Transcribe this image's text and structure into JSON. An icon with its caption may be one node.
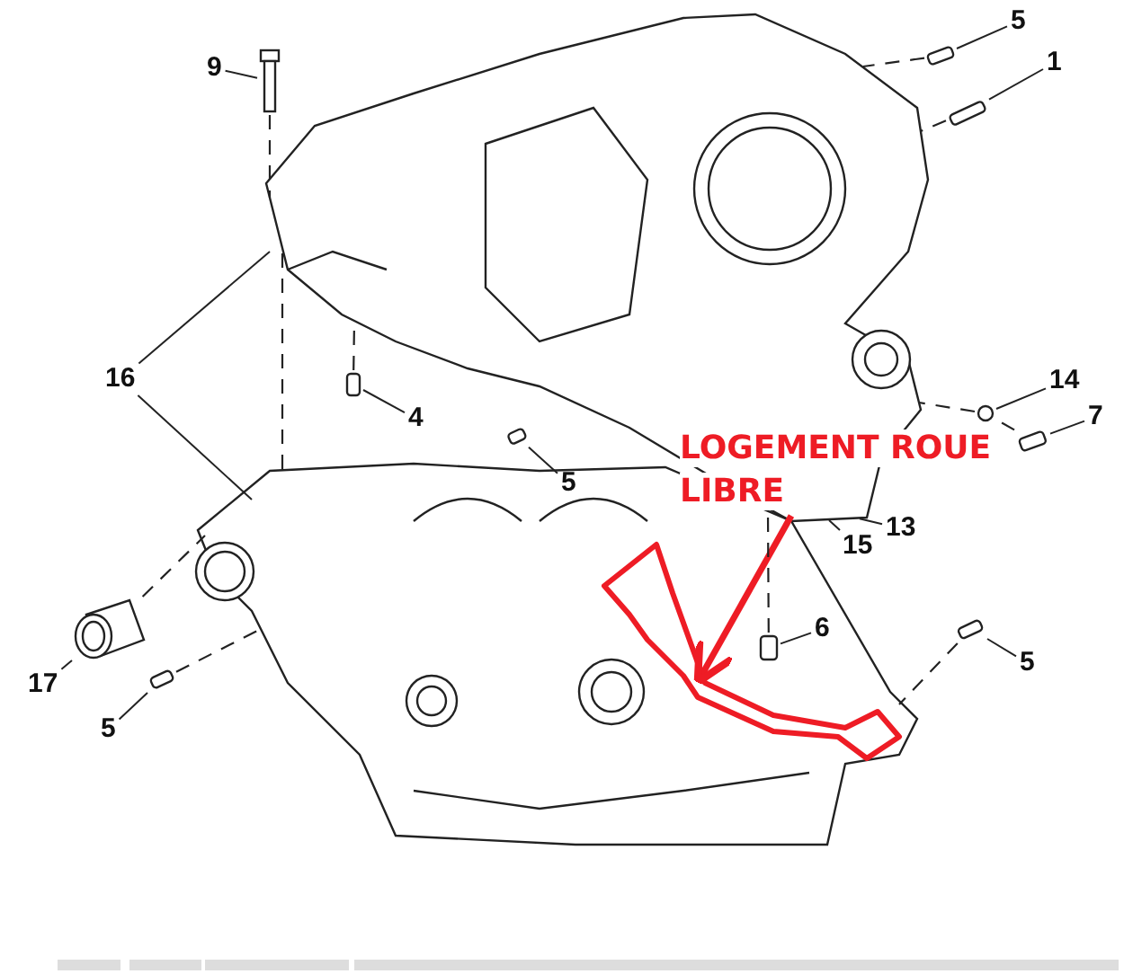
{
  "diagram": {
    "nodes": [
      {
        "text": [
          "9"
        ]
      },
      {
        "text": [],
        "shape": "picture"
      },
      {
        "text": [
          "5"
        ]
      },
      {
        "text": [],
        "shape": "cylinder"
      },
      {
        "text": [
          "1"
        ]
      },
      {
        "text": [],
        "shape": "cylinder"
      },
      {
        "text": [],
        "shape": "picture"
      },
      {
        "text": [
          "16"
        ]
      },
      {
        "text": [
          "14"
        ]
      },
      {
        "text": [],
        "shape": "circle"
      },
      {
        "text": [
          "4"
        ]
      },
      {
        "text": [],
        "shape": "cylinder"
      },
      {
        "text": [
          "7"
        ]
      },
      {
        "text": [],
        "shape": "cylinder"
      },
      {
        "text": [
          "5"
        ],
        "in": 19
      },
      {
        "text": [],
        "shape": "cylinder"
      },
      {
        "text": [
          "LOGEMENT ROUE LIBRE"
        ]
      },
      {
        "text": [
          "13"
        ]
      },
      {
        "text": [
          "15"
        ]
      },
      {
        "text": [],
        "shape": "picture"
      },
      {
        "text": [],
        "shape": "outline",
        "in": 19
      },
      {
        "text": [
          "6"
        ],
        "in": 19
      },
      {
        "text": [],
        "shape": "cylinder",
        "in": 19
      },
      {
        "text": [
          "5"
        ]
      },
      {
        "text": [],
        "shape": "cylinder"
      },
      {
        "text": [
          "17"
        ]
      },
      {
        "text": [],
        "shape": "cylinder"
      },
      {
        "text": [
          "5"
        ]
      },
      {
        "text": [],
        "shape": "cylinder"
      }
    ],
    "edges": [
      {
        "from": 0,
        "to": 1,
        "arrow": "none"
      },
      {
        "from": 2,
        "to": 3,
        "arrow": "none"
      },
      {
        "from": 4,
        "to": 5,
        "arrow": "none"
      },
      {
        "from": 7,
        "to": 6,
        "arrow": "none"
      },
      {
        "from": 7,
        "to": 19,
        "arrow": "none"
      },
      {
        "from": 8,
        "to": 9,
        "arrow": "none"
      },
      {
        "from": 10,
        "to": 11,
        "arrow": "none"
      },
      {
        "from": 12,
        "to": 13,
        "arrow": "none"
      },
      {
        "from": 14,
        "to": 15,
        "arrow": "none"
      },
      {
        "from": 16,
        "to": 20,
        "arrow": "to",
        "style": "thick",
        "color": "#ee1c25"
      },
      {
        "from": 17,
        "to": 6,
        "arrow": "none"
      },
      {
        "from": 18,
        "to": 6,
        "arrow": "none"
      },
      {
        "from": 21,
        "to": 22,
        "arrow": "none"
      },
      {
        "from": 23,
        "to": 24,
        "arrow": "none"
      },
      {
        "from": 25,
        "to": 26,
        "arrow": "none"
      },
      {
        "from": 27,
        "to": 28,
        "arrow": "none"
      },
      {
        "from": 1,
        "to": 6,
        "arrow": "none",
        "style": "dashed"
      },
      {
        "from": 6,
        "to": 19,
        "arrow": "none",
        "style": "dashed"
      },
      {
        "from": 3,
        "to": 6,
        "arrow": "none",
        "style": "dashed"
      },
      {
        "from": 5,
        "to": 6,
        "arrow": "none",
        "style": "dashed"
      },
      {
        "from": 11,
        "to": 6,
        "arrow": "none",
        "style": "dashed"
      },
      {
        "from": 9,
        "to": 6,
        "arrow": "none",
        "style": "dashed"
      },
      {
        "from": 13,
        "to": 9,
        "arrow": "none",
        "style": "dashed"
      },
      {
        "from": 22,
        "to": 19,
        "arrow": "none",
        "style": "dashed"
      },
      {
        "from": 24,
        "to": 19,
        "arrow": "none",
        "style": "dashed"
      },
      {
        "from": 26,
        "to": 19,
        "arrow": "none",
        "style": "dashed"
      },
      {
        "from": 28,
        "to": 19,
        "arrow": "none",
        "style": "dashed"
      }
    ]
  }
}
